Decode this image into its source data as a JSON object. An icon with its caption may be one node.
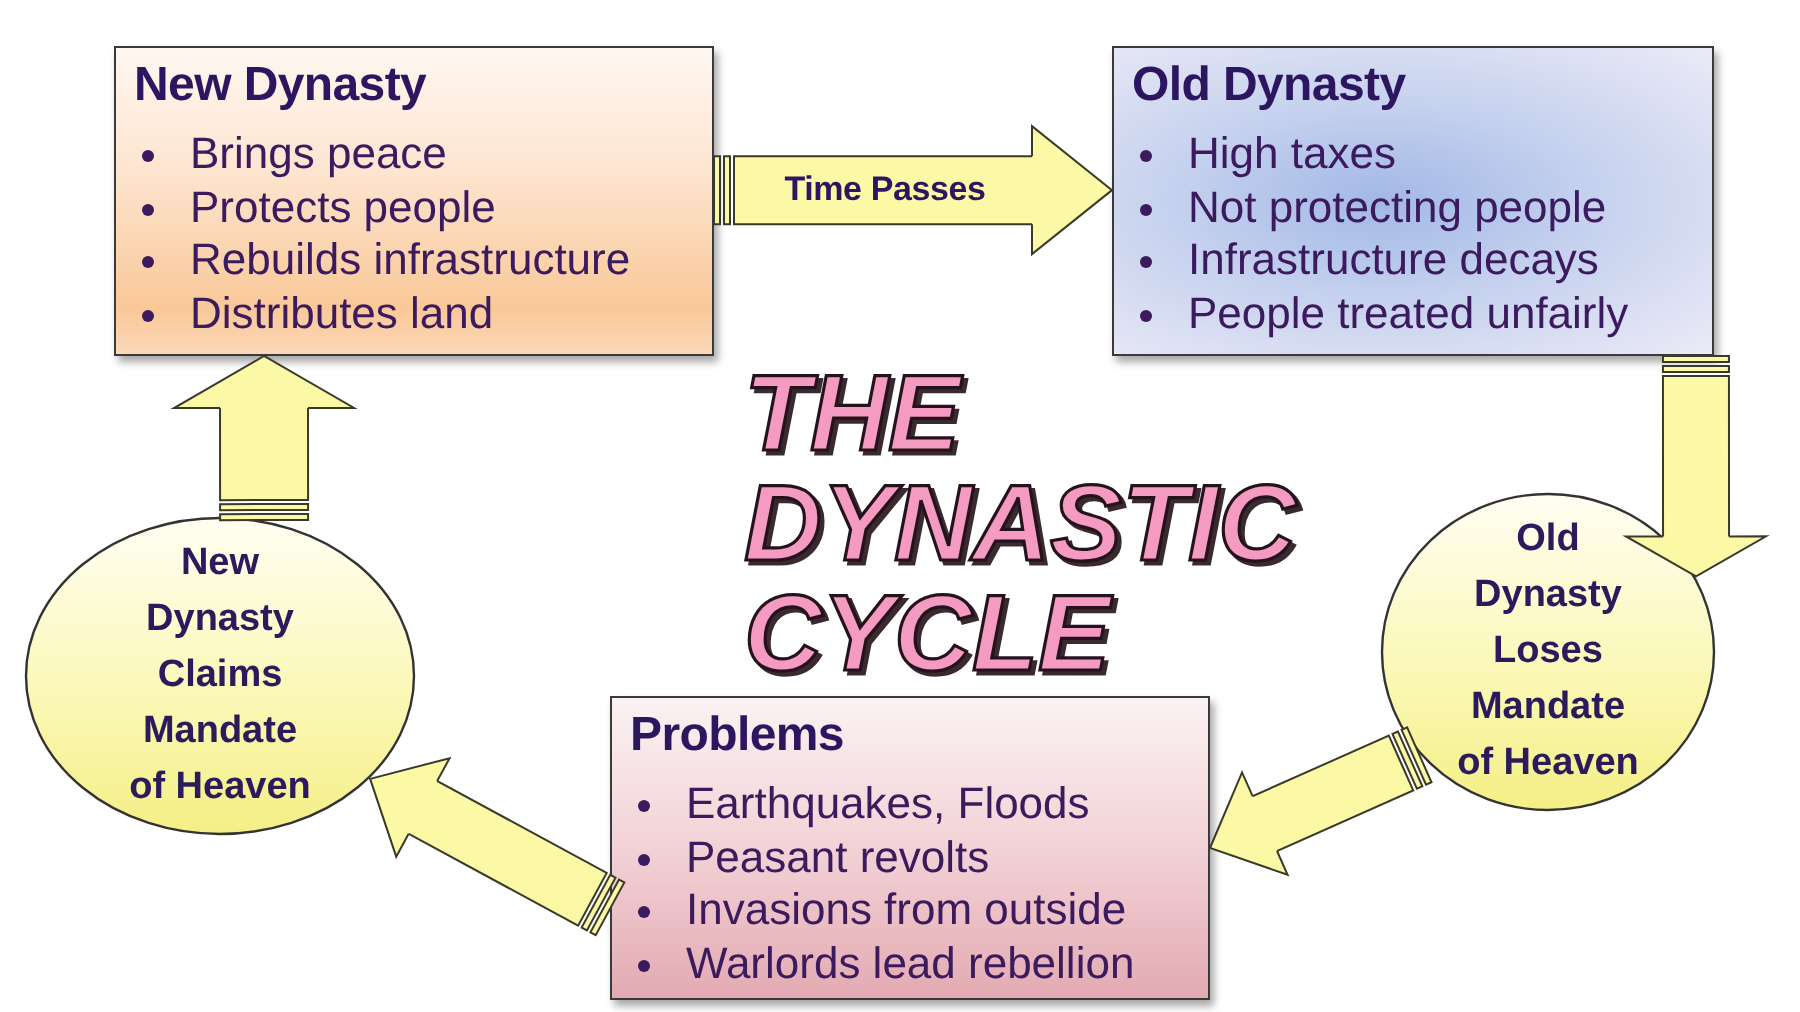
{
  "diagram": {
    "title": "THE DYNASTIC CYCLE",
    "nodes": [
      {
        "text": [
          "New Dynasty",
          "Brings peace",
          "Protects people",
          "Rebuilds infrastructure",
          "Distributes land"
        ]
      },
      {
        "text": [
          "Old Dynasty",
          "High taxes",
          "Not protecting people",
          "Infrastructure decays",
          "People treated unfairly"
        ]
      },
      {
        "text": [
          "Old Dynasty Loses Mandate of Heaven"
        ]
      },
      {
        "text": [
          "Problems",
          "Earthquakes, Floods",
          "Peasant revolts",
          "Invasions from outside",
          "Warlords lead rebellion"
        ]
      },
      {
        "text": [
          "New Dynasty Claims Mandate of Heaven"
        ]
      }
    ],
    "edges": [
      {
        "from": 0,
        "to": 1,
        "arrow": "to",
        "label": "Time Passes"
      },
      {
        "from": 1,
        "to": 2,
        "arrow": "to"
      },
      {
        "from": 2,
        "to": 3,
        "arrow": "to"
      },
      {
        "from": 3,
        "to": 4,
        "arrow": "to"
      },
      {
        "from": 4,
        "to": 0,
        "arrow": "to"
      }
    ]
  }
}
